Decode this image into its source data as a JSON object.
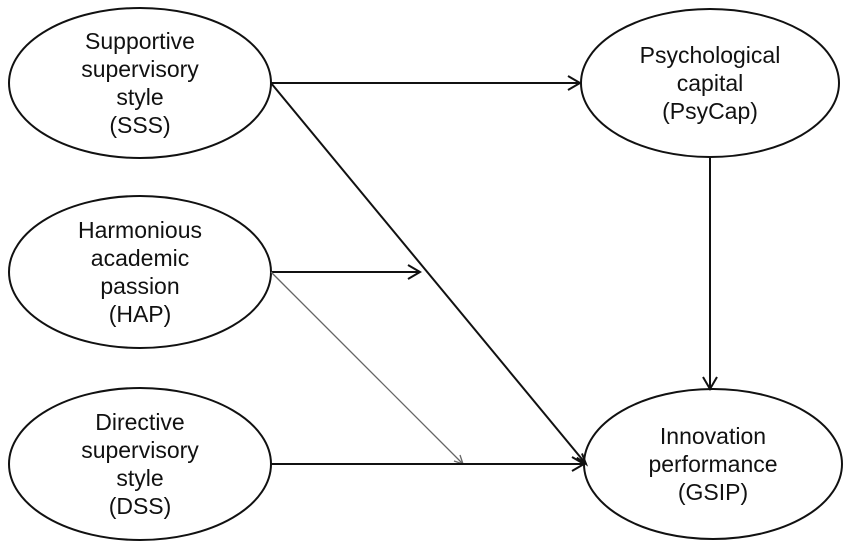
{
  "nodes": {
    "sss": {
      "lines": [
        "Supportive",
        "supervisory",
        "style",
        "(SSS)"
      ]
    },
    "hap": {
      "lines": [
        "Harmonious",
        "academic",
        "passion",
        "(HAP)"
      ]
    },
    "dss": {
      "lines": [
        "Directive",
        "supervisory",
        "style",
        "(DSS)"
      ]
    },
    "psycap": {
      "lines": [
        "Psychological",
        "capital",
        "(PsyCap)"
      ]
    },
    "gsip": {
      "lines": [
        "Innovation",
        "performance",
        "(GSIP)"
      ]
    }
  },
  "edges": [
    {
      "from": "SSS",
      "to": "PsyCap"
    },
    {
      "from": "SSS",
      "to": "GSIP"
    },
    {
      "from": "HAP",
      "to": "SSS-GSIP path"
    },
    {
      "from": "HAP",
      "to": "DSS-GSIP path"
    },
    {
      "from": "DSS",
      "to": "GSIP"
    },
    {
      "from": "PsyCap",
      "to": "GSIP"
    }
  ],
  "colors": {
    "stroke": "#111111",
    "moderation_thin": "#666666",
    "background": "#ffffff"
  }
}
